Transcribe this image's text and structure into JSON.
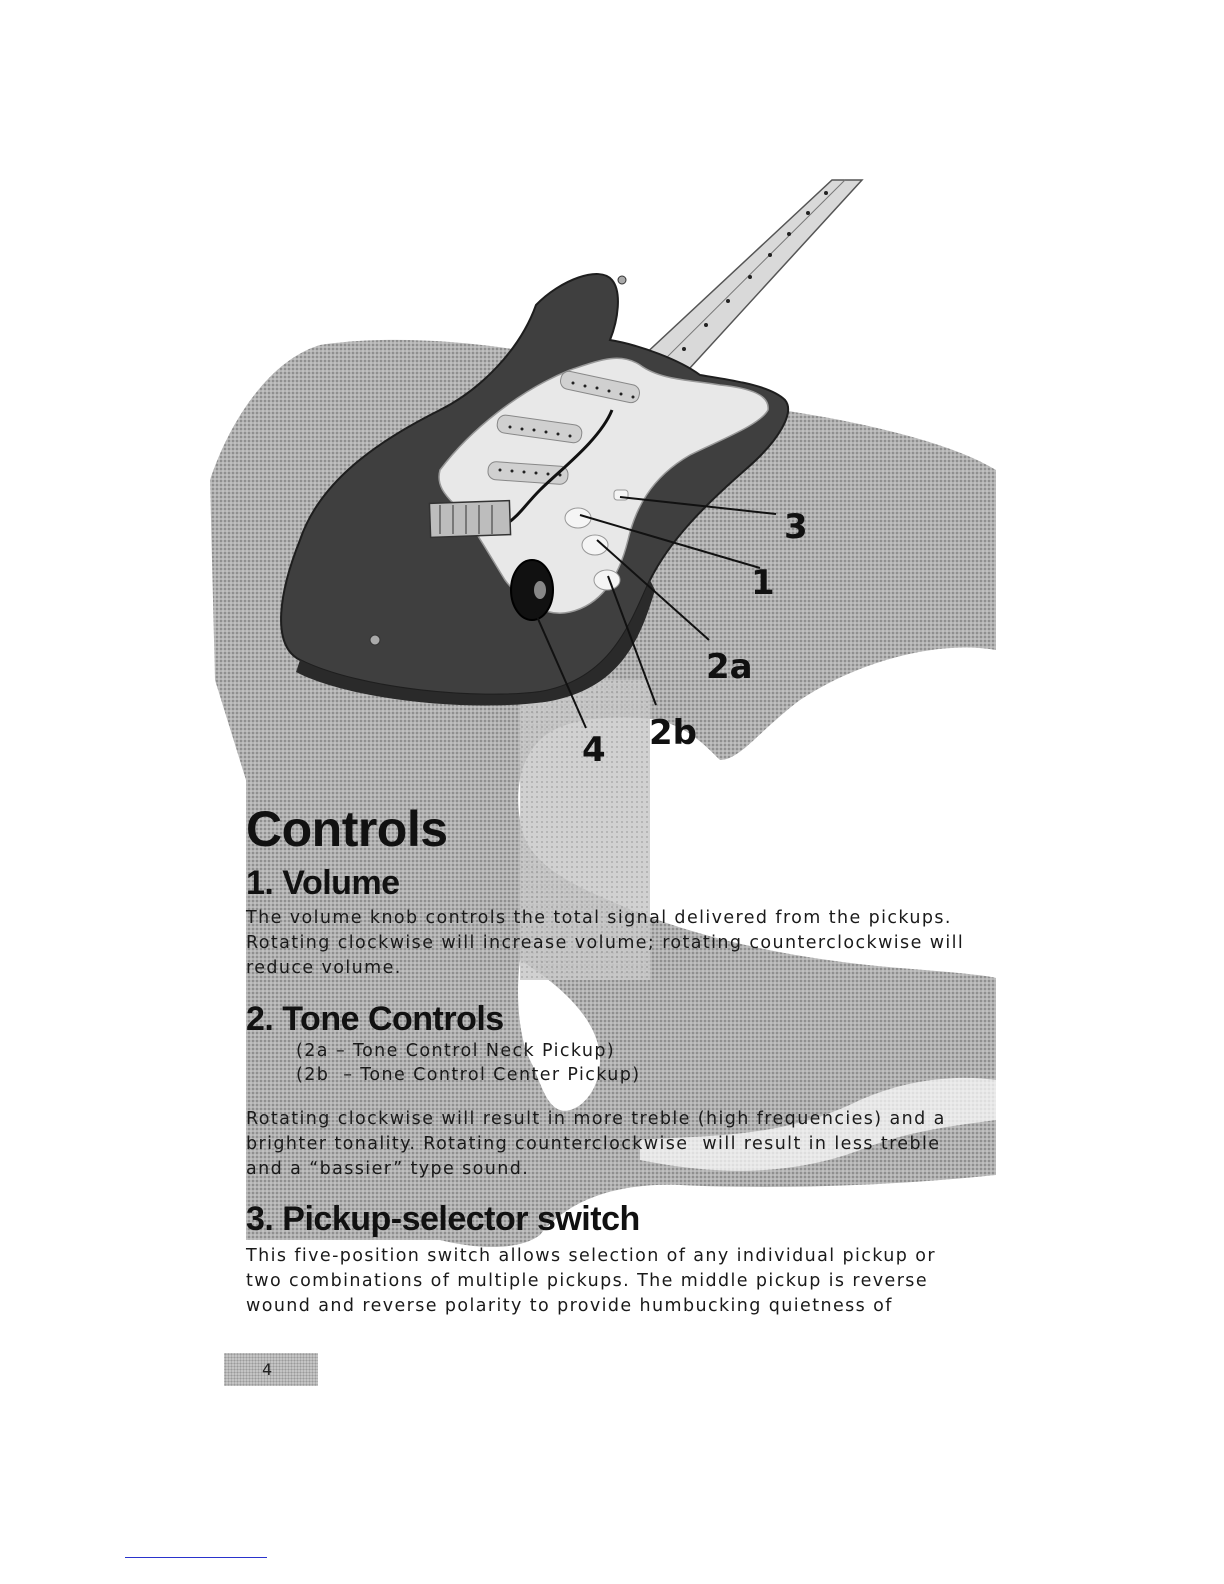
{
  "callouts": {
    "c3": "3",
    "c1": "1",
    "c2a": "2a",
    "c2b": "2b",
    "c4": "4"
  },
  "title": "Controls",
  "sections": {
    "volume": {
      "heading": "1. Volume",
      "lines": [
        "The volume knob controls the total signal delivered from the pickups.",
        "Rotating clockwise will increase volume; rotating counterclockwise will",
        "reduce volume."
      ]
    },
    "tone": {
      "heading": "2. Tone Controls",
      "sub_lines": [
        "(2a – Tone Control Neck Pickup)",
        "(2b  – Tone Control Center Pickup)"
      ],
      "lines": [
        "Rotating clockwise will result in more treble (high frequencies) and a",
        "brighter tonality. Rotating counterclockwise  will result in less treble",
        "and a “bassier” type sound."
      ]
    },
    "pickup": {
      "heading": "3. Pickup-selector switch",
      "lines": [
        "This five-position switch allows selection of any individual pickup or",
        "two combinations of multiple pickups. The middle pickup is reverse",
        "wound and reverse polarity to provide humbucking quietness of"
      ]
    }
  },
  "page_number": "4",
  "colors": {
    "body_shade": "#3f3f3f",
    "pickguard": "#e8e8e8",
    "halftone_bg": "#a8a8a8",
    "text": "#1a1a1a"
  }
}
